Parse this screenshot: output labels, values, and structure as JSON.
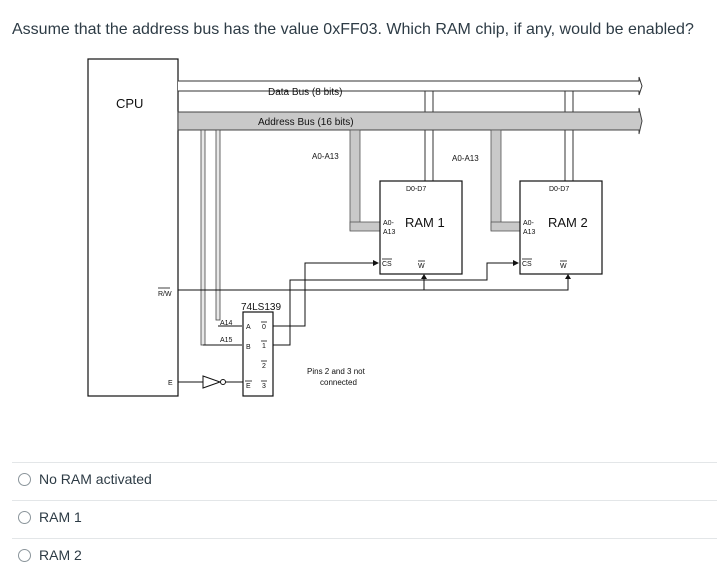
{
  "question": "Assume that the address bus has the value 0xFF03. Which RAM chip, if any, would be enabled?",
  "diagram": {
    "cpu": "CPU",
    "data_bus": "Data Bus (8 bits)",
    "address_bus": "Address Bus (16 bits)",
    "addr_lines_1": "A0-A13",
    "addr_lines_2": "A0-A13",
    "ram1": {
      "name": "RAM 1",
      "data": "D0-D7",
      "addr_top": "A0-",
      "addr_bottom": "A13",
      "cs": "CS",
      "w": "W"
    },
    "ram2": {
      "name": "RAM 2",
      "data": "D0-D7",
      "addr_top": "A0-",
      "addr_bottom": "A13",
      "cs": "CS",
      "w": "W"
    },
    "rw": "R/W",
    "e": "E",
    "decoder": "74LS139",
    "a14": "A14",
    "a15": "A15",
    "pin_a": "A",
    "pin_b": "B",
    "pin_e": "E",
    "out0": "0",
    "out1": "1",
    "out2": "2",
    "out3": "3",
    "note_line1": "Pins 2 and 3 not",
    "note_line2": "connected"
  },
  "options": [
    {
      "label": "No RAM activated"
    },
    {
      "label": "RAM 1"
    },
    {
      "label": "RAM 2"
    }
  ]
}
